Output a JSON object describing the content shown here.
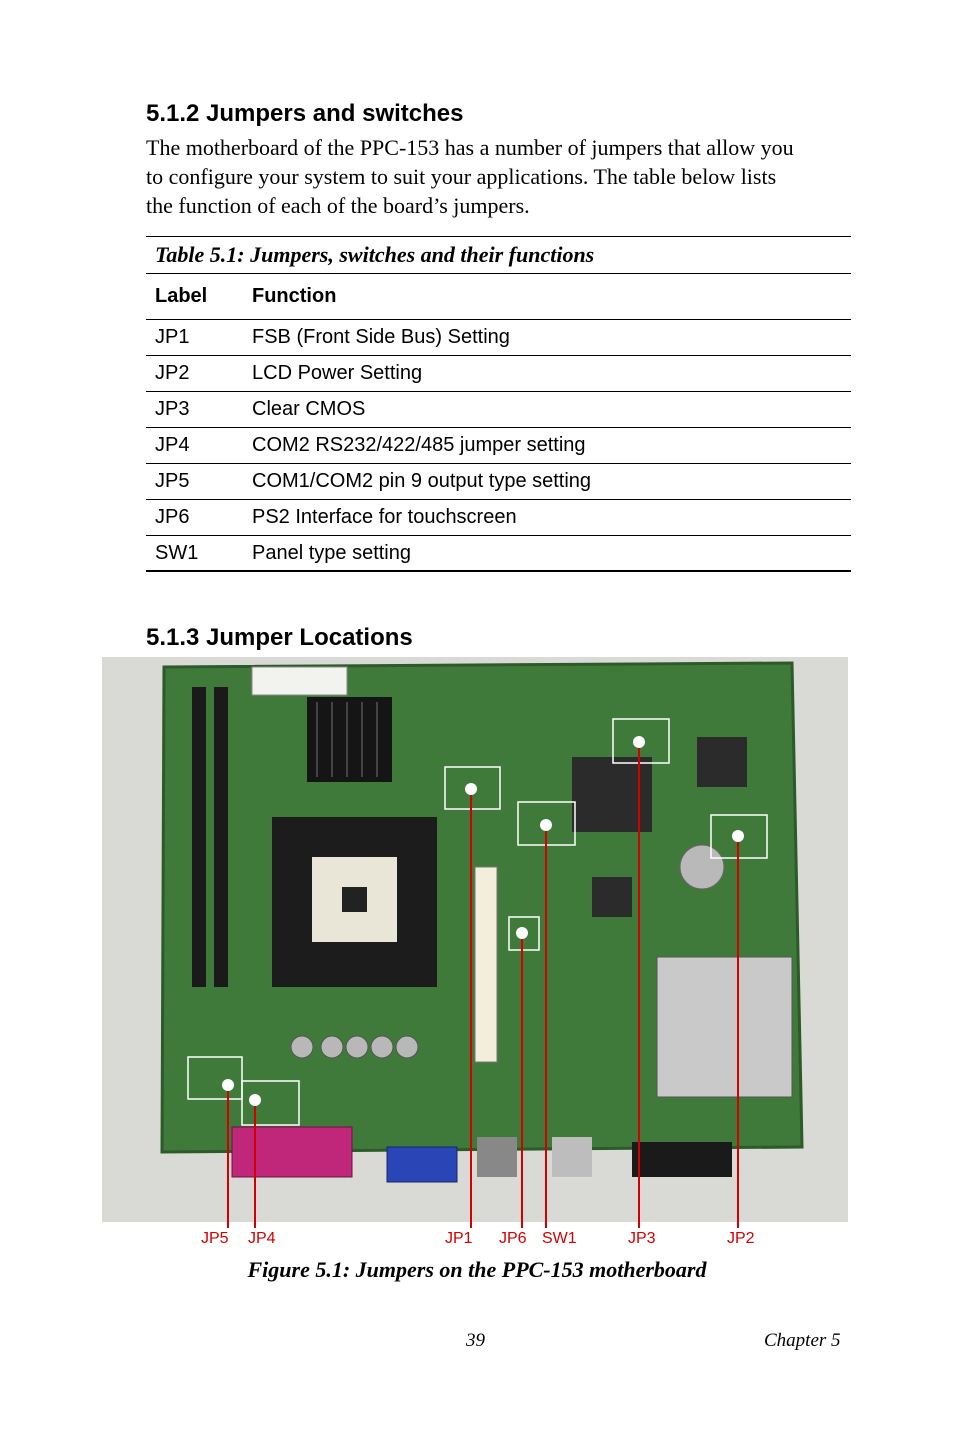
{
  "section_1": {
    "heading": "5.1.2 Jumpers and switches",
    "intro_lines": [
      "The motherboard of the PPC-153 has a number of jumpers that allow you",
      "to configure your system to suit your applications. The table below lists",
      "the function of each of the board’s jumpers."
    ]
  },
  "table": {
    "caption": "Table 5.1: Jumpers, switches and their functions",
    "headers": [
      "Label",
      "Function"
    ],
    "rows": [
      {
        "label": "JP1",
        "function": "FSB (Front Side Bus) Setting"
      },
      {
        "label": "JP2",
        "function": "LCD Power Setting"
      },
      {
        "label": "JP3",
        "function": "Clear CMOS"
      },
      {
        "label": "JP4",
        "function": "COM2 RS232/422/485 jumper setting"
      },
      {
        "label": "JP5",
        "function": "COM1/COM2 pin 9 output type setting"
      },
      {
        "label": "JP6",
        "function": "PS2 Interface for touchscreen"
      },
      {
        "label": "SW1",
        "function": "Panel type setting"
      }
    ]
  },
  "section_2": {
    "heading": "5.1.3 Jumper Locations"
  },
  "figure": {
    "callouts": [
      "JP5",
      "JP4",
      "JP1",
      "JP6",
      "SW1",
      "JP3",
      "JP2"
    ],
    "caption": "Figure 5.1: Jumpers on the PPC-153 motherboard",
    "callout_color": "#d40000",
    "board_color": "#3f7a3a"
  },
  "footer": {
    "page_number": "39",
    "chapter": "Chapter 5"
  }
}
